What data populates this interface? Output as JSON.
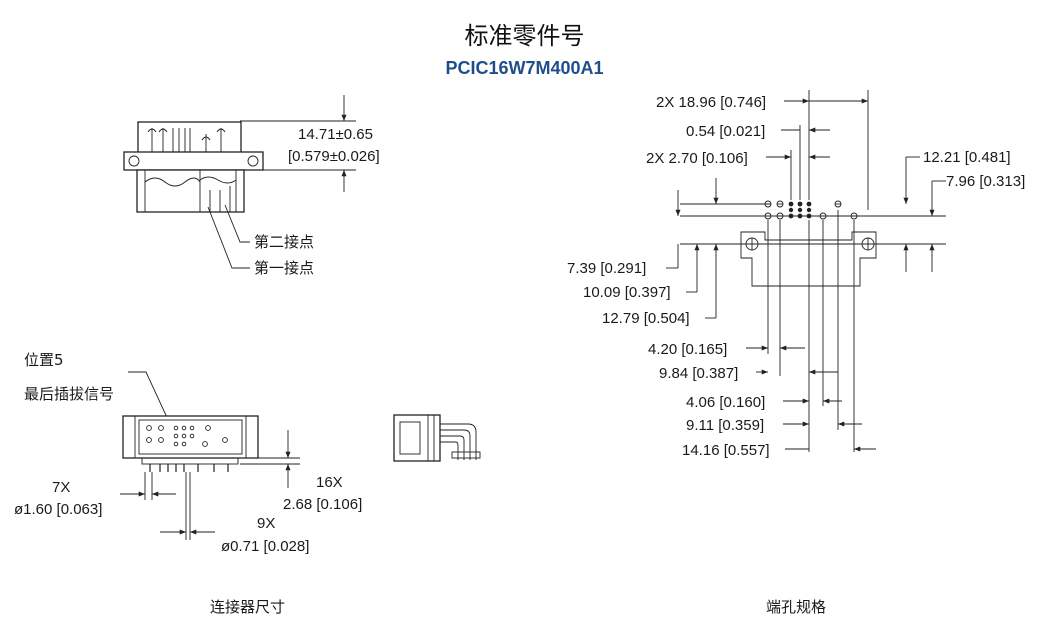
{
  "header": {
    "title": "标准零件号",
    "part_number": "PCIC16W7M400A1",
    "part_color": "#1f4e8c"
  },
  "connector_view": {
    "height_dim": "14.71±0.65",
    "height_dim_in": "[0.579±0.026]",
    "contact_second": "第二接点",
    "contact_first": "第一接点",
    "position_label": "位置5",
    "last_mate_label": "最后插拔信号",
    "pitch7_count": "7X",
    "pitch7_value": "ø1.60 [0.063]",
    "pitch16_count": "16X",
    "pitch16_value": "2.68 [0.106]",
    "pin9_count": "9X",
    "pin9_value": "ø0.71 [0.028]",
    "caption": "连接器尺寸"
  },
  "hole_pattern": {
    "d1": "2X 18.96 [0.746]",
    "d2": "0.54 [0.021]",
    "d3": "2X 2.70 [0.106]",
    "d4": "12.21 [0.481]",
    "d5": "7.96 [0.313]",
    "d6": "7.39 [0.291]",
    "d7": "10.09 [0.397]",
    "d8": "12.79 [0.504]",
    "d9": "4.20 [0.165]",
    "d10": "9.84 [0.387]",
    "d11": "4.06 [0.160]",
    "d12": "9.11 [0.359]",
    "d13": "14.16 [0.557]",
    "caption": "端孔规格"
  }
}
